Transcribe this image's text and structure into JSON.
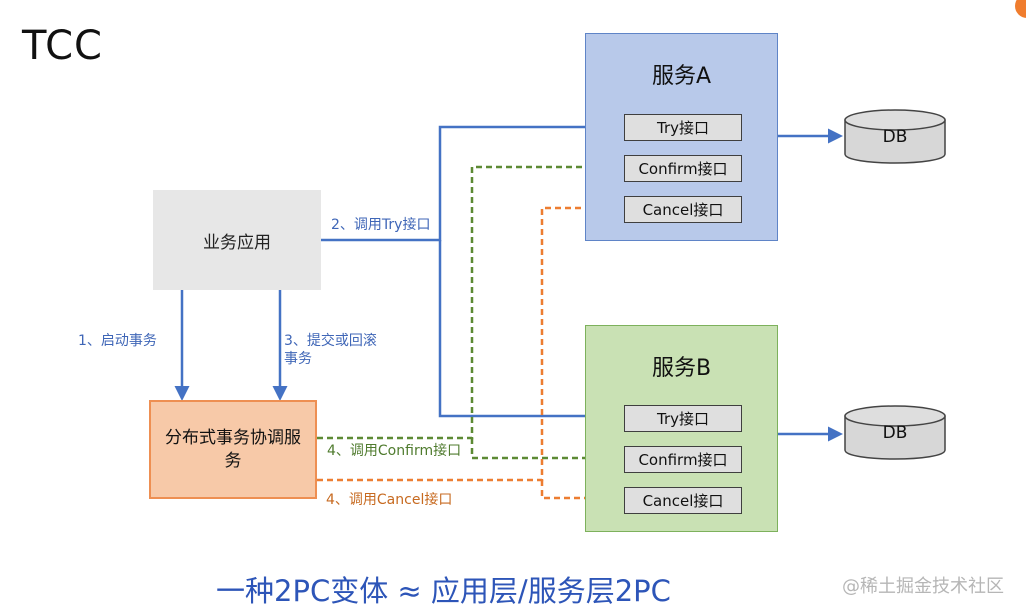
{
  "header": {
    "title": "TCC"
  },
  "nodes": {
    "business_app": "业务应用",
    "coordinator": "分布式事务协调服务",
    "service_a": {
      "title": "服务A",
      "interfaces": [
        "Try接口",
        "Confirm接口",
        "Cancel接口"
      ],
      "db": "DB"
    },
    "service_b": {
      "title": "服务B",
      "interfaces": [
        "Try接口",
        "Confirm接口",
        "Cancel接口"
      ],
      "db": "DB"
    }
  },
  "edge_labels": {
    "start": "1、启动事务",
    "call_try": "2、调用Try接口",
    "commit_or_rollback": "3、提交或回滚\n事务",
    "call_confirm": "4、调用Confirm接口",
    "call_cancel": "4、调用Cancel接口"
  },
  "footer": {
    "caption": "一种2PC变体 ≈ 应用层/服务层2PC",
    "watermark": "@稀土掘金技术社区"
  },
  "colors": {
    "blue": "#4472c4",
    "green": "#5d8a34",
    "orange": "#ed7d31",
    "service_a_fill": "#b8c9ea",
    "service_b_fill": "#c9e1b4",
    "coordinator_fill": "#f7c9a8"
  }
}
